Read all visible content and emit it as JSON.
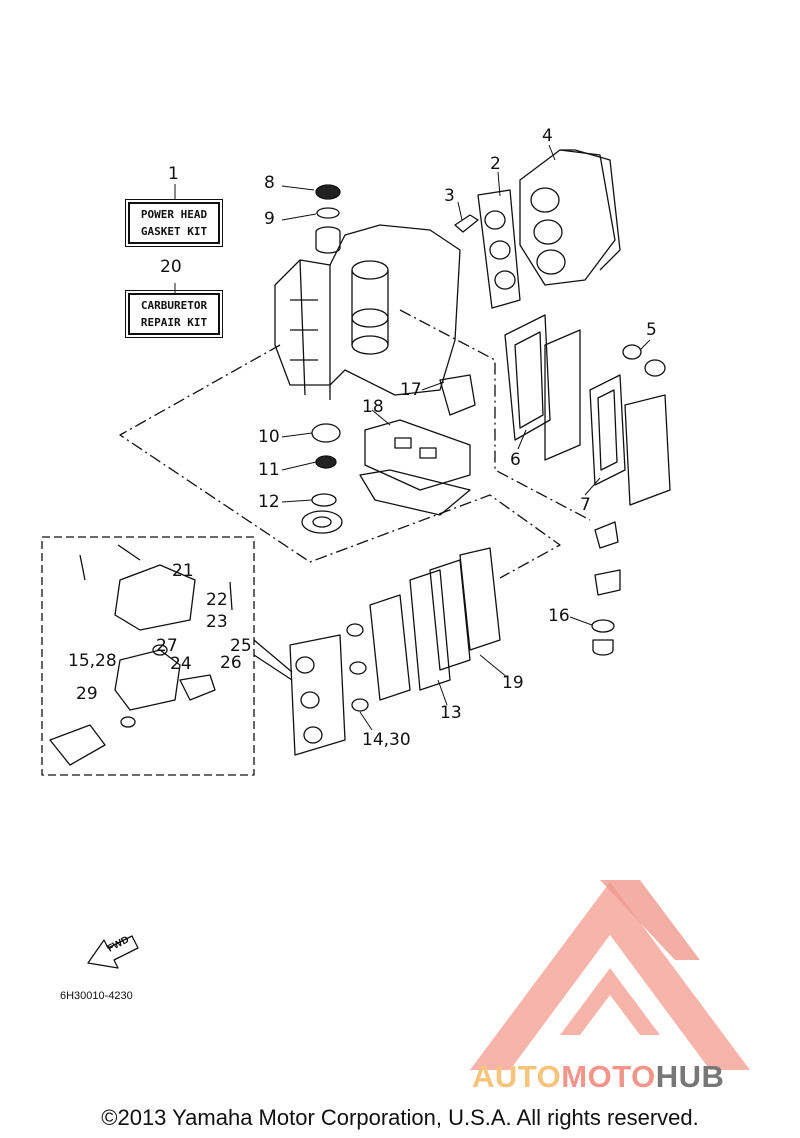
{
  "kits": {
    "power_head": {
      "number": "1",
      "line1": "POWER HEAD",
      "line2": "GASKET KIT"
    },
    "carburetor": {
      "number": "20",
      "line1": "CARBURETOR",
      "line2": "REPAIR KIT"
    }
  },
  "callouts": {
    "c2": "2",
    "c3": "3",
    "c4": "4",
    "c5": "5",
    "c6": "6",
    "c7": "7",
    "c8": "8",
    "c9": "9",
    "c10": "10",
    "c11": "11",
    "c12": "12",
    "c13": "13",
    "c14_30": "14,30",
    "c15_28": "15,28",
    "c16": "16",
    "c17": "17",
    "c18": "18",
    "c19": "19",
    "c21": "21",
    "c22": "22",
    "c23": "23",
    "c24": "24",
    "c25": "25",
    "c26": "26",
    "c27": "27",
    "c29": "29"
  },
  "fwd_label": "FWD",
  "part_code": "6H30010-4230",
  "brand": {
    "part1": "AUTO",
    "part2": "MOTO",
    "part3": "HUB"
  },
  "copyright": "©2013 Yamaha Motor Corporation, U.S.A. All rights reserved.",
  "colors": {
    "ink": "#111111",
    "logo_red": "#f2958a",
    "logo_yellow": "#f6c47a",
    "logo_gray": "#777777"
  }
}
